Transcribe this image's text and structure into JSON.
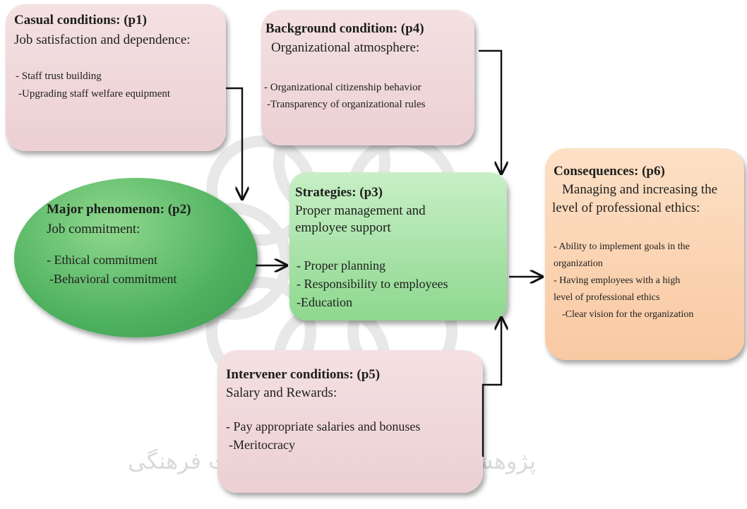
{
  "boxes": {
    "causal": {
      "title": "Casual conditions: (p1)",
      "subtitle": "Job satisfaction and dependence:",
      "items": [
        "- Staff trust building",
        "-Upgrading staff welfare equipment"
      ]
    },
    "background": {
      "title": "Background condition: (p4)",
      "subtitle": "Organizational atmosphere:",
      "items": [
        "- Organizational citizenship behavior",
        "-Transparency of organizational rules"
      ]
    },
    "phenomenon": {
      "title": "Major phenomenon: (p2)",
      "subtitle": "Job commitment:",
      "items": [
        "- Ethical commitment",
        "-Behavioral commitment"
      ]
    },
    "strategies": {
      "title": "Strategies: (p3)",
      "subtitle_lines": [
        "Proper management and",
        "employee support"
      ],
      "items": [
        "- Proper planning",
        "- Responsibility to employees",
        "-Education"
      ]
    },
    "consequences": {
      "title": "Consequences: (p6)",
      "subtitle_lines": [
        "Managing and increasing the",
        "level of professional ethics:"
      ],
      "items": [
        "- Ability to implement goals in the",
        "organization",
        "- Having employees with a high",
        "level of professional ethics",
        "-Clear vision for the organization"
      ]
    },
    "intervener": {
      "title": "Intervener conditions: (p5)",
      "subtitle": "Salary and Rewards:",
      "items": [
        "- Pay appropriate salaries and bonuses",
        "-Meritocracy"
      ]
    }
  },
  "watermark": {
    "text": "پژوهشگاه علوم انسانی و مطالعات فرهنگی"
  },
  "colors": {
    "pink_box": "#ecd0d3",
    "green_box": "#8ed88f",
    "green_ellipse": "#4fb260",
    "orange_box": "#f9c9a2",
    "arrow": "#111111"
  }
}
